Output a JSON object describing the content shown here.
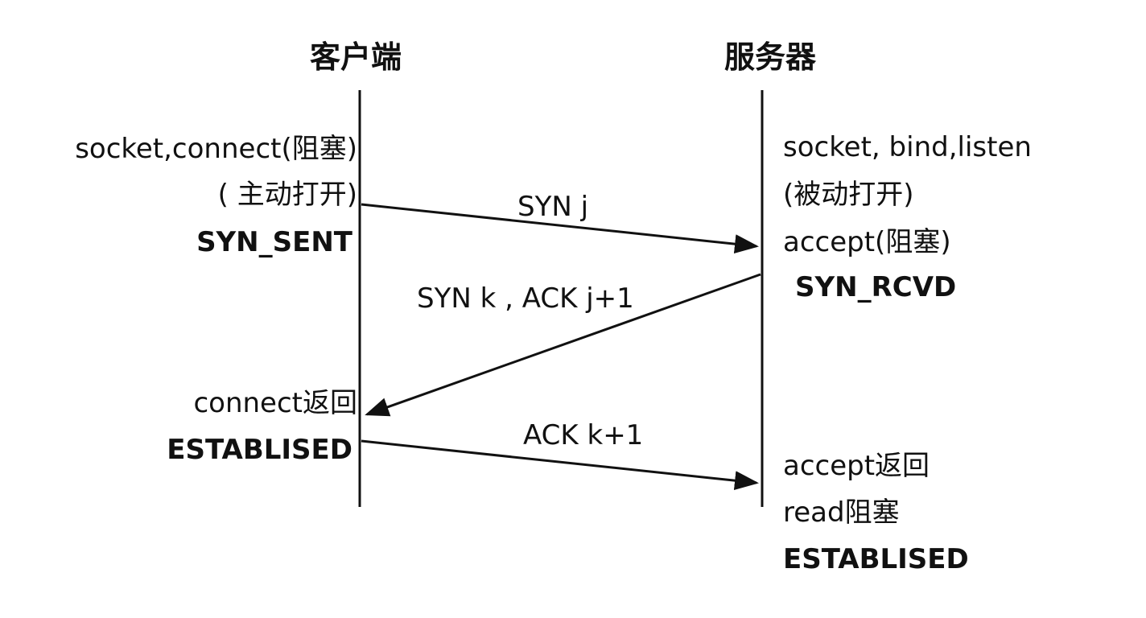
{
  "headers": {
    "client": "客户端",
    "server": "服务器"
  },
  "client_steps": {
    "call": "socket,connect(阻塞)",
    "mode": "( 主动打开)",
    "state_sent": "SYN_SENT",
    "return": "connect返回",
    "state_established": "ESTABLISED"
  },
  "server_steps": {
    "call": "socket, bind,listen",
    "mode": "(被动打开)",
    "accept": "accept(阻塞)",
    "state_rcvd": "SYN_RCVD",
    "return": "accept返回",
    "read": "read阻塞",
    "state_established": "ESTABLISED"
  },
  "messages": {
    "syn": "SYN j",
    "syn_ack": "SYN k , ACK j+1",
    "ack": "ACK k+1"
  },
  "colors": {
    "ink": "#111111",
    "background": "#ffffff"
  }
}
